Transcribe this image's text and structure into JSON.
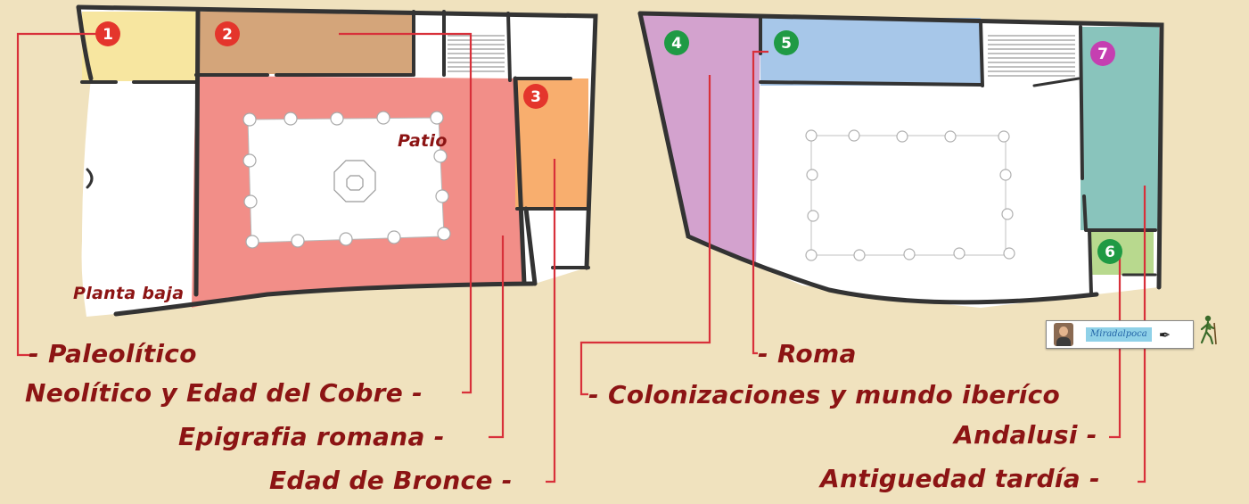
{
  "colors": {
    "background": "#F0E2BE",
    "label_text": "#8C1414",
    "leader_line": "#D8303A",
    "wall": "#333333",
    "room_yellow": "#F7E6A0",
    "room_tan": "#D4A57A",
    "room_salmon": "#F28E88",
    "room_orange": "#F8AE6E",
    "room_purple": "#D3A2CE",
    "room_blue": "#A7C7E9",
    "room_teal": "#89C4BC",
    "room_green": "#B8D98E",
    "marker_red": "#E4352C",
    "marker_green": "#1F9A44",
    "marker_magenta": "#C53FB1"
  },
  "floor_plans": {
    "left": {
      "caption": "Planta baja",
      "courtyard_label": "Patio"
    },
    "right": {}
  },
  "markers": [
    {
      "number": "1",
      "color": "red"
    },
    {
      "number": "2",
      "color": "red"
    },
    {
      "number": "3",
      "color": "red"
    },
    {
      "number": "4",
      "color": "green"
    },
    {
      "number": "5",
      "color": "green"
    },
    {
      "number": "6",
      "color": "green"
    },
    {
      "number": "7",
      "color": "magenta"
    }
  ],
  "legend": [
    {
      "room": "1",
      "text": "- Paleolítico"
    },
    {
      "room": "2",
      "text": "Neolítico y Edad del Cobre -"
    },
    {
      "room": "3",
      "text": "Epigrafia romana -"
    },
    {
      "room": "3",
      "text": "Edad de Bronce -"
    },
    {
      "room": "4",
      "text": "- Colonizaciones y mundo iberíco"
    },
    {
      "room": "5",
      "text": "- Roma"
    },
    {
      "room": "6",
      "text": "Andalusi -"
    },
    {
      "room": "7",
      "text": "Antiguedad tardía -"
    }
  ],
  "watermark": {
    "text": "Miradalpoca",
    "icons": [
      "portrait-icon",
      "pen-nib-icon",
      "walking-hiker-icon"
    ]
  }
}
